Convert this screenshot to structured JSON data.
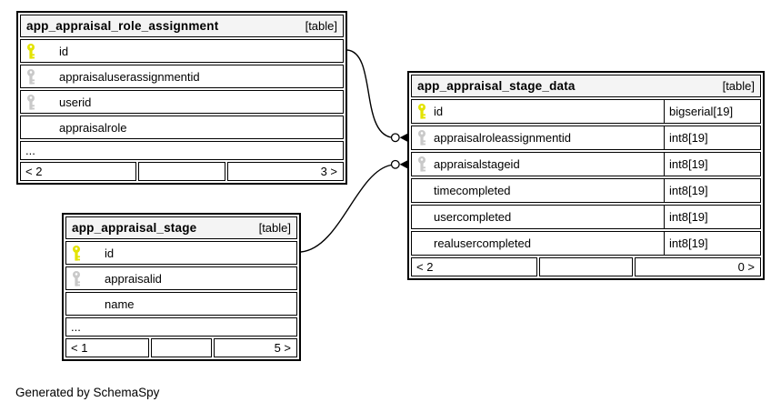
{
  "diagram": {
    "generator_note": "Generated by SchemaSpy",
    "colors": {
      "primary_key_icon": "#e3e300",
      "foreign_key_icon": "#c9c9c9",
      "header_background": "#f4f4f4",
      "border": "#000000",
      "background": "#ffffff"
    }
  },
  "tables": [
    {
      "name": "app_appraisal_role_assignment",
      "tag": "[table]",
      "columns": [
        {
          "name": "id",
          "key": "primary",
          "type": ""
        },
        {
          "name": "appraisaluserassignmentid",
          "key": "foreign",
          "type": ""
        },
        {
          "name": "userid",
          "key": "foreign",
          "type": ""
        },
        {
          "name": "appraisalrole",
          "key": "none",
          "type": ""
        }
      ],
      "truncated": "...",
      "footer": {
        "left": "< 2",
        "middle": "",
        "right": "3 >"
      }
    },
    {
      "name": "app_appraisal_stage_data",
      "tag": "[table]",
      "columns": [
        {
          "name": "id",
          "key": "primary",
          "type": "bigserial[19]"
        },
        {
          "name": "appraisalroleassignmentid",
          "key": "foreign",
          "type": "int8[19]"
        },
        {
          "name": "appraisalstageid",
          "key": "foreign",
          "type": "int8[19]"
        },
        {
          "name": "timecompleted",
          "key": "none",
          "type": "int8[19]"
        },
        {
          "name": "usercompleted",
          "key": "none",
          "type": "int8[19]"
        },
        {
          "name": "realusercompleted",
          "key": "none",
          "type": "int8[19]"
        }
      ],
      "footer": {
        "left": "< 2",
        "middle": "",
        "right": "0 >"
      }
    },
    {
      "name": "app_appraisal_stage",
      "tag": "[table]",
      "columns": [
        {
          "name": "id",
          "key": "primary",
          "type": ""
        },
        {
          "name": "appraisalid",
          "key": "foreign",
          "type": ""
        },
        {
          "name": "name",
          "key": "none",
          "type": ""
        }
      ],
      "truncated": "...",
      "footer": {
        "left": "< 1",
        "middle": "",
        "right": "5 >"
      }
    }
  ],
  "relationships": [
    {
      "from_table": "app_appraisal_role_assignment",
      "from_column": "id",
      "to_table": "app_appraisal_stage_data",
      "to_column": "appraisalroleassignmentid"
    },
    {
      "from_table": "app_appraisal_stage",
      "from_column": "id",
      "to_table": "app_appraisal_stage_data",
      "to_column": "appraisalstageid"
    }
  ]
}
